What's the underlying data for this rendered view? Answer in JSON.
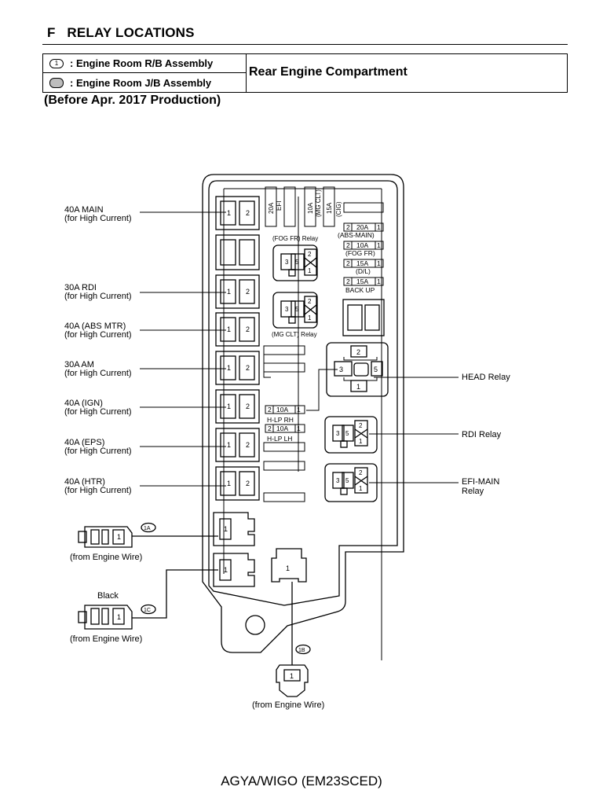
{
  "section_letter": "F",
  "section_title": "RELAY LOCATIONS",
  "legend": {
    "rb_symbol": "1",
    "rb_label": ": Engine Room R/B Assembly",
    "jb_label": ": Engine Room J/B Assembly",
    "location": "Rear Engine Compartment"
  },
  "production_note": "(Before Apr. 2017 Production)",
  "left_labels": [
    {
      "line1": "40A MAIN",
      "line2": "(for High Current)"
    },
    {
      "line1": "30A RDI",
      "line2": "(for High Current)"
    },
    {
      "line1": "40A (ABS MTR)",
      "line2": "(for High Current)"
    },
    {
      "line1": "30A AM",
      "line2": "(for High Current)"
    },
    {
      "line1": "40A (IGN)",
      "line2": "(for High Current)"
    },
    {
      "line1": "40A (EPS)",
      "line2": "(for High Current)"
    },
    {
      "line1": "40A (HTR)",
      "line2": "(for High Current)"
    }
  ],
  "top_fuses": {
    "efi_amp": "20A",
    "efi_name": "EFI",
    "mg_amp": "10A",
    "mg_name": "(MG CLT)",
    "cig_amp": "15A",
    "cig_name": "(CIG)"
  },
  "right_fuses": [
    {
      "amp": "20A",
      "name": "(ABS-MAIN)"
    },
    {
      "amp": "10A",
      "name": "(FOG FR)"
    },
    {
      "amp": "15A",
      "name": "(D/L)"
    },
    {
      "amp": "15A",
      "name": "BACK UP"
    }
  ],
  "inner_relays": {
    "fog": "(FOG FR) Relay",
    "mg": "(MG CLT) Relay"
  },
  "hlp_fuses": [
    {
      "amp": "10A",
      "name": "H-LP RH"
    },
    {
      "amp": "10A",
      "name": "H-LP LH"
    }
  ],
  "right_relays": {
    "head": "HEAD Relay",
    "rdi": "RDI Relay",
    "efi_main_1": "EFI-MAIN",
    "efi_main_2": "Relay"
  },
  "connectors": {
    "c1a_label": "1A",
    "c1a_caption": "(from Engine Wire)",
    "c1c_color": "Black",
    "c1c_label": "1C",
    "c1c_caption": "(from Engine Wire)",
    "c1b_label": "1B",
    "c1b_caption": "(from Engine Wire)"
  },
  "pins": {
    "p1": "1",
    "p2": "2",
    "p3": "3",
    "p5": "5"
  },
  "footer": "AGYA/WIGO (EM23SCED)"
}
